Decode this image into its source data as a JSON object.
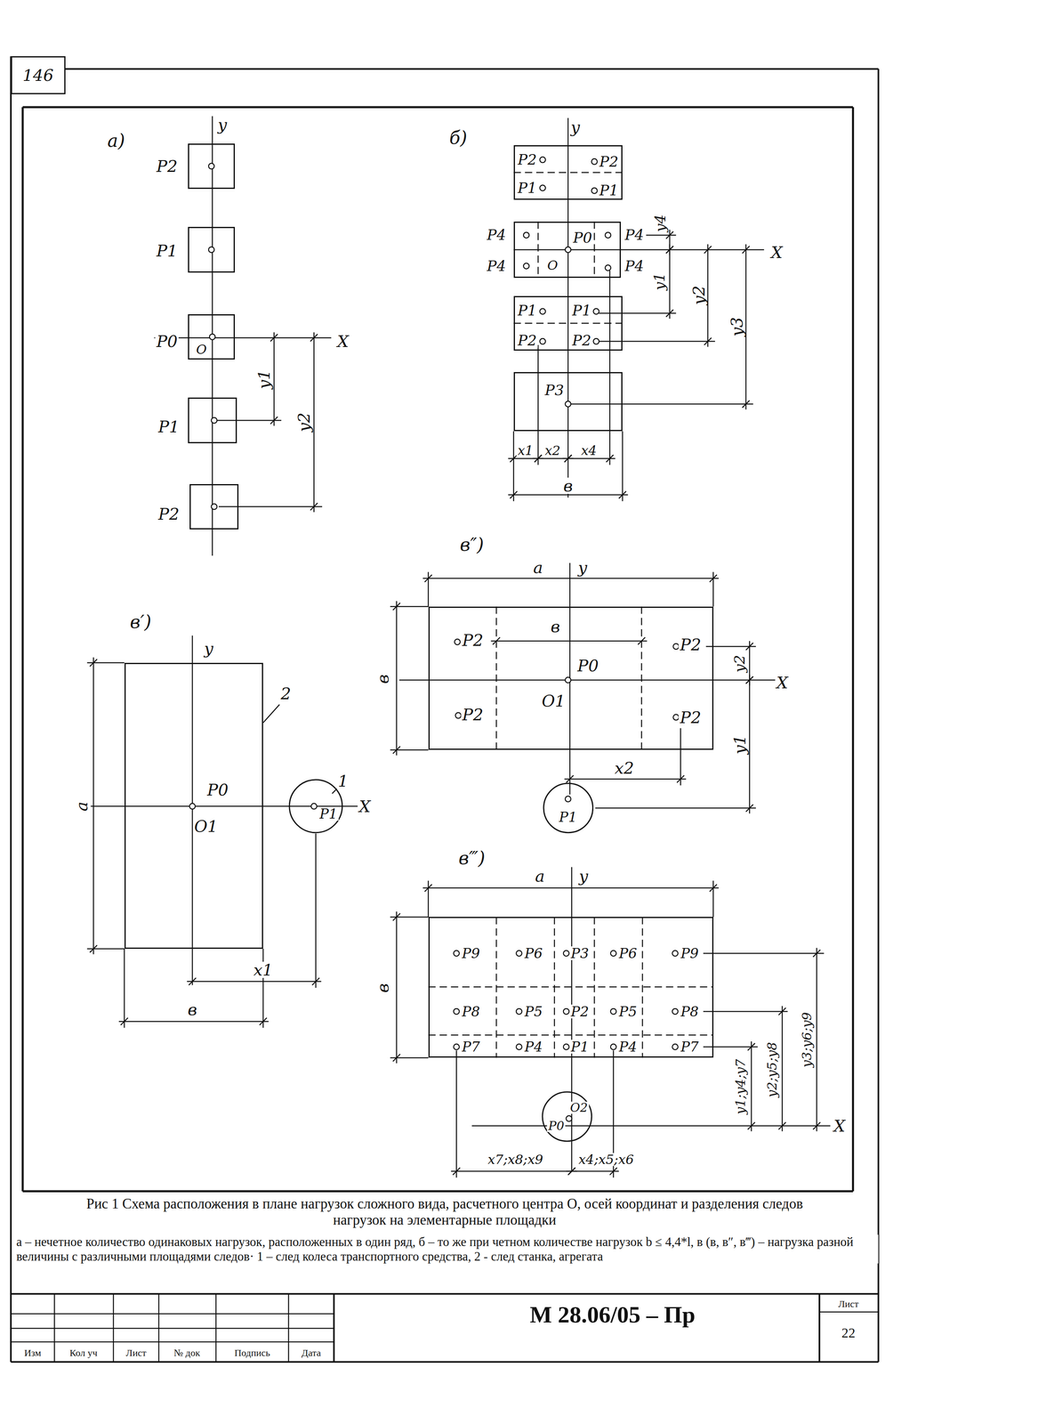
{
  "diagram": {
    "caption": "Рис 1 Схема расположения в плане нагрузок сложного вида, расчетного центра О, осей координат и разделения следов нагрузок на элементарные площадки",
    "nodes": [
      {
        "text": [
          "146"
        ]
      },
      {
        "text": [
          "P2"
        ]
      },
      {
        "text": [
          "P1"
        ]
      },
      {
        "text": [
          "P0",
          "O"
        ]
      },
      {
        "text": [
          "P1"
        ]
      },
      {
        "text": [
          "P2"
        ]
      },
      {
        "text": [
          "P2",
          "P2",
          "P1",
          "P1"
        ]
      },
      {
        "text": [
          "P4",
          "P0",
          "P4",
          "P4",
          "O",
          "P4"
        ]
      },
      {
        "text": [
          "P1",
          "P1",
          "P2",
          "P2"
        ]
      },
      {
        "text": [
          "P3"
        ]
      },
      {
        "text": [
          "P2",
          "в",
          "P2",
          "P0",
          "O1",
          "P2",
          "P2"
        ]
      },
      {
        "text": [
          "P1"
        ]
      },
      {
        "text": [
          "P0",
          "O1"
        ]
      },
      {
        "text": [
          "P1"
        ]
      },
      {
        "text": [
          "P9",
          "P6",
          "P3",
          "P6",
          "P9",
          "P8",
          "P5",
          "P2",
          "P5",
          "P8",
          "P7",
          "P4",
          "P1",
          "P4",
          "P7"
        ]
      },
      {
        "text": [
          "O2",
          "P0"
        ]
      },
      {
        "text": [
          "М 28.06/05 – Пр"
        ]
      },
      {
        "text": [
          "Лист"
        ]
      },
      {
        "text": [
          "22"
        ]
      },
      {
        "text": [
          "Изм"
        ]
      },
      {
        "text": [
          "Кол уч"
        ]
      },
      {
        "text": [
          "Лист"
        ]
      },
      {
        "text": [
          "№ док"
        ]
      },
      {
        "text": [
          "Подпись"
        ]
      },
      {
        "text": [
          "Дата"
        ]
      }
    ],
    "labels": [
      "а)",
      "y",
      "X",
      "y1",
      "y2",
      "б)",
      "y",
      "X",
      "y4",
      "y1",
      "y2",
      "y3",
      "x1",
      "x2",
      "x4",
      "в",
      "в″)",
      "a",
      "y",
      "в",
      "X",
      "y2",
      "y1",
      "x2",
      "в′)",
      "y",
      "X",
      "a",
      "x1",
      "в",
      "1",
      "2",
      "в‴)",
      "a",
      "y",
      "в",
      "X",
      "y1;y4;y7",
      "y2;y5;y8",
      "y3;y6;y9",
      "x7;x8;x9",
      "x4;x5;x6",
      "а – нечетное количество одинаковых нагрузок, расположенных в один ряд, б – то же при четном количестве нагрузок b ≤ 4,4*l, в (в, в″, в‴) – нагрузка разной величины с различными площадями следов· 1 – след колеса транспортного средства, 2 - след станка, агрегата"
    ]
  }
}
